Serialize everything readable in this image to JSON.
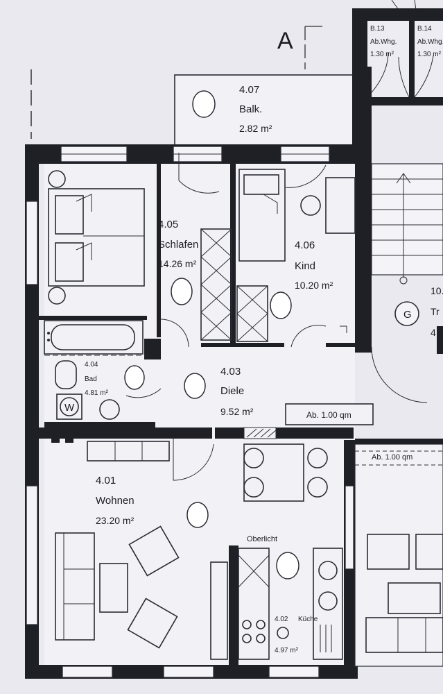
{
  "section_mark": "A",
  "rooms": [
    {
      "id": "balkon",
      "number": "4.07",
      "name": "Balk.",
      "area": "2.82 m²"
    },
    {
      "id": "schlafen",
      "number": "4.05",
      "name": "Schlafen",
      "area": "14.26 m²"
    },
    {
      "id": "kind",
      "number": "4.06",
      "name": "Kind",
      "area": "10.20 m²"
    },
    {
      "id": "bad",
      "number": "4.04",
      "name": "Bad",
      "area": "4.81 m²"
    },
    {
      "id": "diele",
      "number": "4.03",
      "name": "Diele",
      "area": "9.52 m²"
    },
    {
      "id": "wohnen",
      "number": "4.01",
      "name": "Wohnen",
      "area": "23.20 m²"
    },
    {
      "id": "kueche",
      "number": "4.02",
      "name": "Küche",
      "area": "4.97 m²"
    }
  ],
  "neighbors": [
    {
      "number": "B.13",
      "name": "Ab.Whg.",
      "area": "1.30 m²"
    },
    {
      "number": "B.14",
      "name": "Ab.Whg.",
      "area": "1.30 m²"
    }
  ],
  "stair_room": {
    "number": "10.",
    "name": "Tr",
    "area": "4."
  },
  "stair_symbol": "G",
  "storage_labels": [
    "Ab. 1.00 qm",
    "Ab. 1.00 qm"
  ],
  "washer_symbol": "W",
  "skylight_label": "Oberlicht"
}
